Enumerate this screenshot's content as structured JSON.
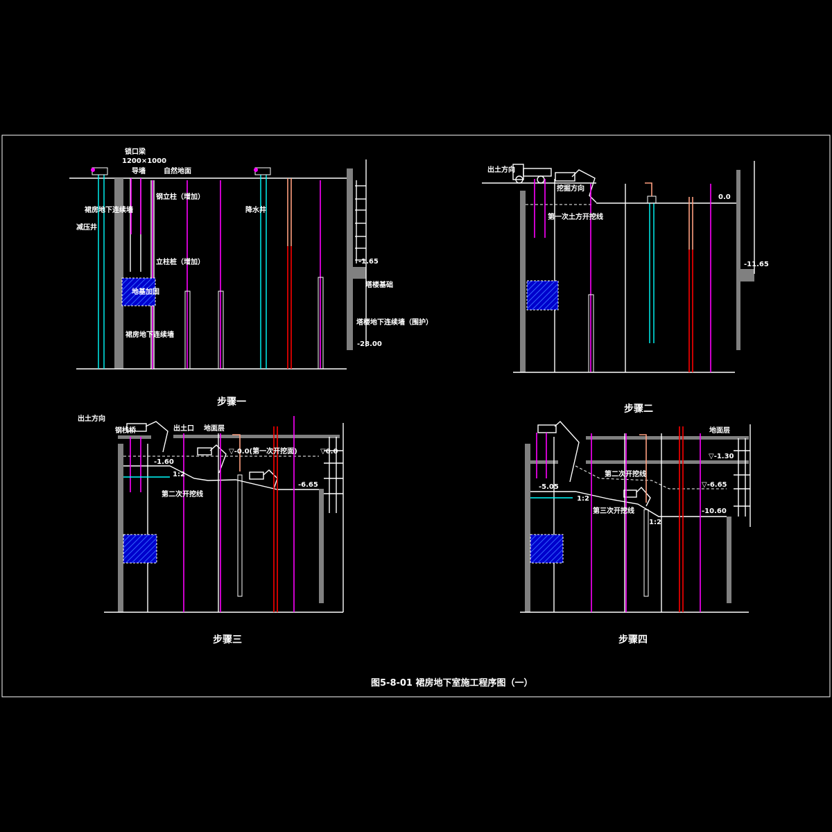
{
  "drawing_title": "图5-8-01  裙房地下室施工程序图（一）",
  "colors": {
    "background": "#000000",
    "cyan": "#00ffff",
    "magenta": "#ff00ff",
    "red": "#ff0000",
    "gray": "#808080",
    "soil_fill": "#0000cc"
  },
  "step1": {
    "caption": "步骤一",
    "labels": {
      "lock_beam": "锁口梁",
      "lock_beam_size": "1200×1000",
      "guide_wall": "导墙",
      "natural_ground": "自然地面",
      "steel_column": "钢立柱（增加）",
      "column_pile": "立柱桩（增加）",
      "podium_wall_top": "裙房地下连续墙",
      "relief_well": "减压井",
      "dewatering_well": "降水井",
      "ground_reinforce": "地基加固",
      "podium_wall": "裙房地下连续墙",
      "tower_foundation": "塔楼基础",
      "tower_wall": "塔楼地下连续墙（围护）",
      "elev_1": "-1.65",
      "elev_2": "-28.00"
    }
  },
  "step2": {
    "caption": "步骤二",
    "labels": {
      "soil_direction": "出土方向",
      "dig_direction": "挖掘方向",
      "first_excavation": "第一次土方开挖线",
      "elev_0": "0.0",
      "elev_1": "-11.65"
    }
  },
  "step3": {
    "caption": "步骤三",
    "labels": {
      "soil_direction": "出土方向",
      "trestle": "钢栈桥",
      "soil_outlet": "出土口",
      "ground_floor": "地面层",
      "elev_first": "▽-0.0(第一次开挖面)",
      "elev_0": "▽0.0",
      "elev_160": "-1.60",
      "slope": "1:2",
      "second_excavation": "第二次开挖线",
      "elev_665": "-6.65"
    }
  },
  "step4": {
    "caption": "步骤四",
    "labels": {
      "ground_floor": "地面层",
      "elev_130": "▽-1.30",
      "second_excavation": "第二次开挖线",
      "elev_665": "▽-6.65",
      "elev_505": "-5.05",
      "slope": "1:2",
      "third_excavation": "第三次开挖线",
      "slope2": "1:2",
      "elev_1060": "-10.60"
    }
  }
}
